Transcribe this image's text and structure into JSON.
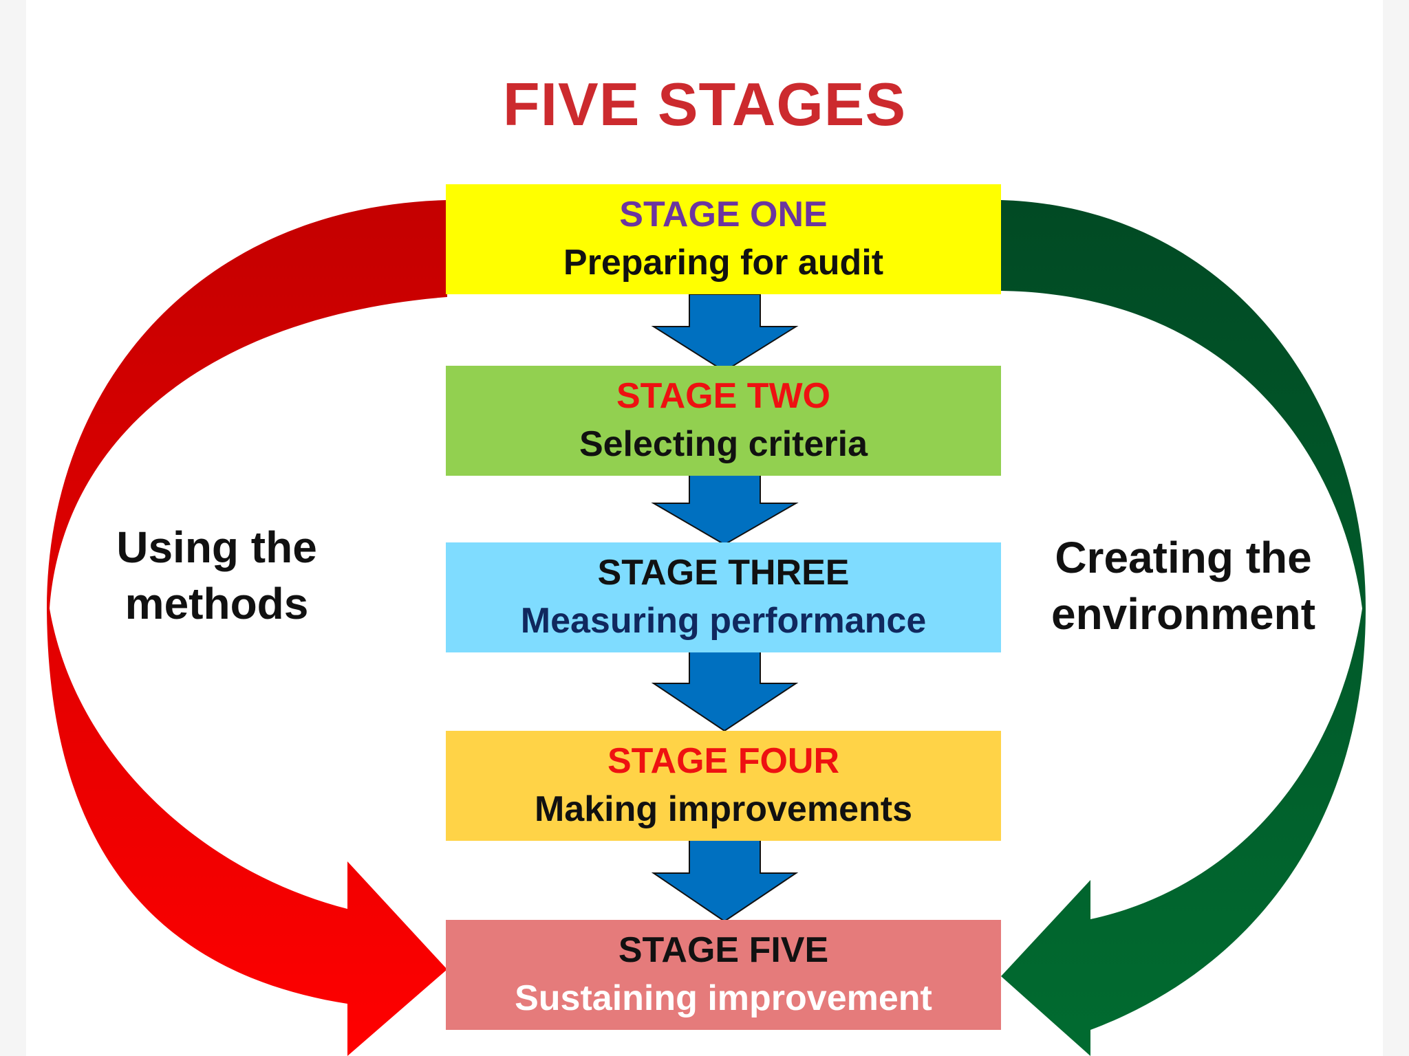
{
  "title": {
    "text": "FIVE STAGES",
    "color": "#cc2a2e"
  },
  "stages": [
    {
      "name": "STAGE ONE",
      "desc": "Preparing for audit",
      "fill": "#ffff00",
      "name_color": "#6b35a0",
      "desc_color": "#111111"
    },
    {
      "name": "STAGE TWO",
      "desc": "Selecting criteria",
      "fill": "#92d050",
      "name_color": "#ee1111",
      "desc_color": "#111111"
    },
    {
      "name": "STAGE THREE",
      "desc": "Measuring performance",
      "fill": "#7fdcff",
      "name_color": "#111111",
      "desc_color": "#10285e"
    },
    {
      "name": "STAGE FOUR",
      "desc": "Making improvements",
      "fill": "#ffd347",
      "name_color": "#ee1111",
      "desc_color": "#111111"
    },
    {
      "name": "STAGE FIVE",
      "desc": "Sustaining improvement",
      "fill": "#e57b7b",
      "name_color": "#111111",
      "desc_color": "#ffffff"
    }
  ],
  "left_label": {
    "lines": [
      "Using the",
      "methods"
    ]
  },
  "right_label": {
    "lines": [
      "Creating the",
      "environment"
    ]
  },
  "colors": {
    "left_arrow_dark": "#c40000",
    "left_arrow_light": "#ff0000",
    "right_arrow_dark": "#014a24",
    "right_arrow_light": "#016b30",
    "flow_arrow": "#0070c0"
  },
  "icons": {
    "flow_arrow": "down-arrow-icon",
    "left_arrow": "curved-arrow-icon",
    "right_arrow": "curved-arrow-icon"
  }
}
